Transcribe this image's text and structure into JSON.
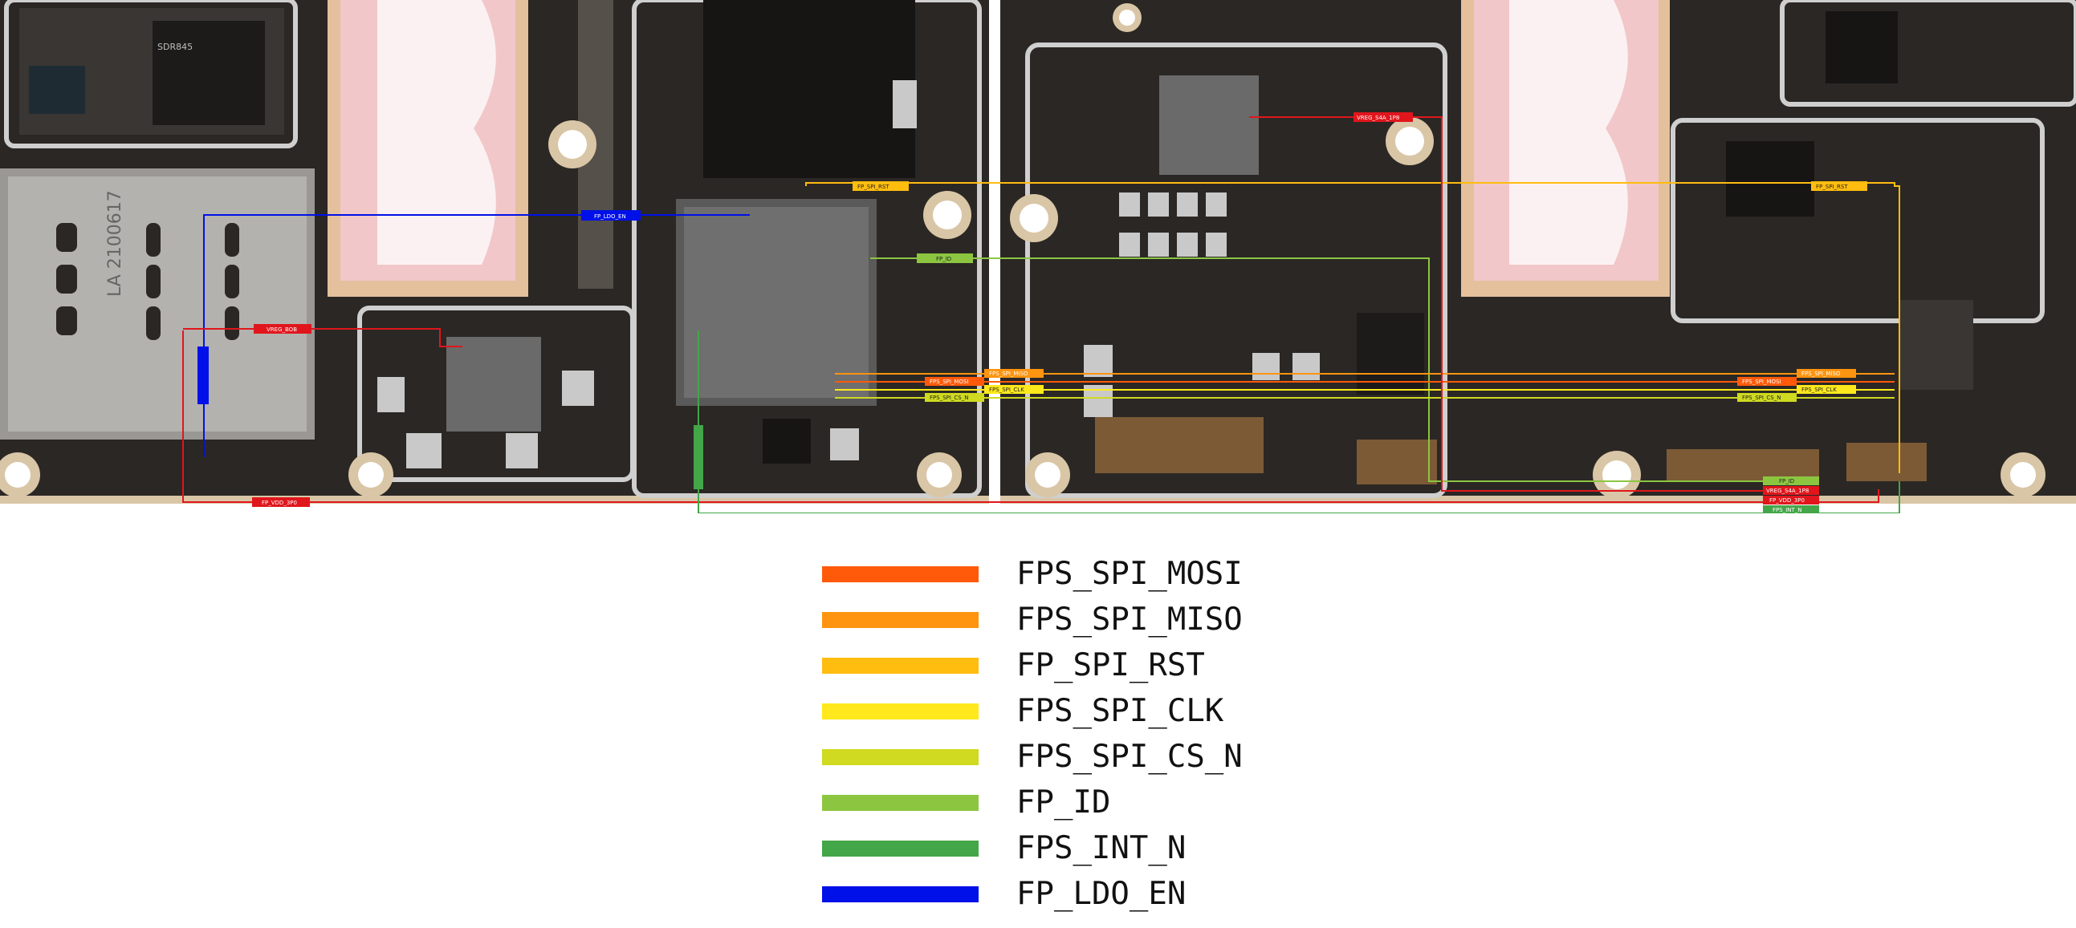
{
  "board": {
    "component_marks": [
      "SDR845",
      "LA 2100617"
    ]
  },
  "net_tags": {
    "fp_spi_rst": "FP_SPI_RST",
    "fp_ldo_en": "FP_LDO_EN",
    "fp_id": "FP_ID",
    "vreg_s4a_1p8": "VREG_S4A_1P8",
    "vreg_bob": "VREG_BOB",
    "fps_spi_miso": "FPS_SPI_MISO",
    "fps_spi_mosi": "FPS_SPI_MOSI",
    "fps_spi_clk": "FPS_SPI_CLK",
    "fps_spi_cs_n": "FPS_SPI_CS_N",
    "fp_vdd_3p0": "FP_VDD_3P0",
    "fps_int_n": "FPS_INT_N"
  },
  "legend": [
    {
      "label": "FPS_SPI_MOSI",
      "color": "#ff5a0a"
    },
    {
      "label": "FPS_SPI_MISO",
      "color": "#ff9410"
    },
    {
      "label": "FP_SPI_RST",
      "color": "#ffbd10"
    },
    {
      "label": "FPS_SPI_CLK",
      "color": "#ffe91c"
    },
    {
      "label": "FPS_SPI_CS_N",
      "color": "#cfda20"
    },
    {
      "label": "FP_ID",
      "color": "#8cc640"
    },
    {
      "label": "FPS_INT_N",
      "color": "#43a648"
    },
    {
      "label": "FP_LDO_EN",
      "color": "#0010e8"
    }
  ],
  "colors": {
    "board": "#2b2724",
    "fp_vdd_3p0": "#e0161c",
    "vreg_bob": "#e0161c",
    "vreg_s4a_1p8": "#e0161c"
  },
  "icons": [
    "pcb-board-photo"
  ]
}
